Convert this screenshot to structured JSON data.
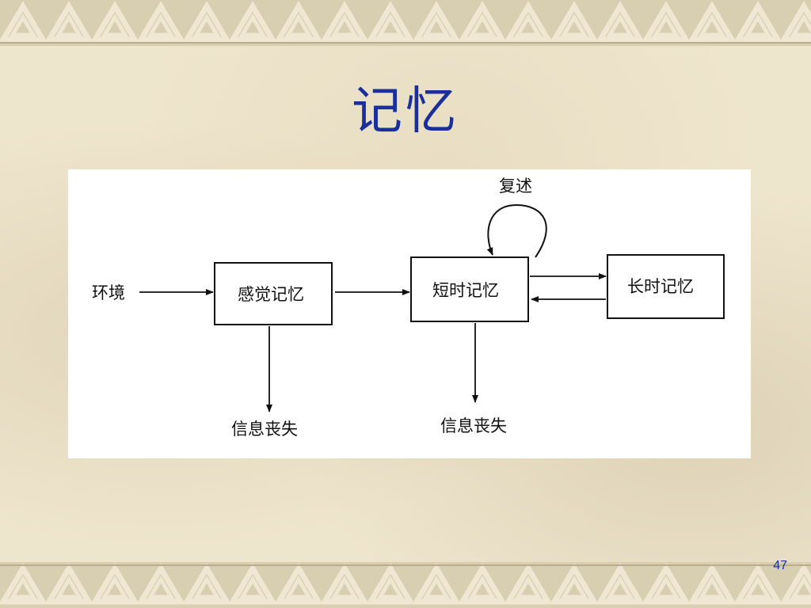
{
  "slide": {
    "title": "记忆",
    "page_number": "47"
  },
  "diagram": {
    "environment_label": "环境",
    "sensory_memory_label": "感觉记忆",
    "short_term_memory_label": "短时记忆",
    "long_term_memory_label": "长时记忆",
    "rehearsal_label": "复述",
    "info_loss_label_1": "信息丧失",
    "info_loss_label_2": "信息丧失"
  }
}
